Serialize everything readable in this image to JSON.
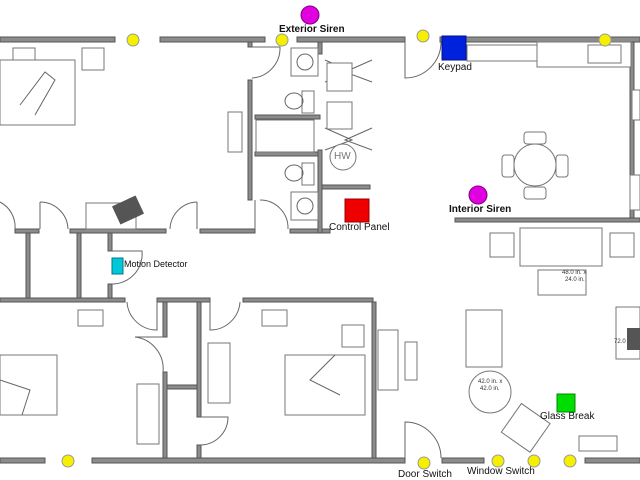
{
  "devices": {
    "exterior_siren": {
      "label": "Exterior Siren",
      "color": "#e000e0"
    },
    "interior_siren": {
      "label": "Interior Siren",
      "color": "#e000e0"
    },
    "keypad": {
      "label": "Keypad",
      "color": "#0022dd"
    },
    "control_panel": {
      "label": "Control Panel",
      "color": "#ee0000"
    },
    "motion_detector": {
      "label": "Motion Detector",
      "color": "#00c8d8"
    },
    "glass_break": {
      "label": "Glass Break",
      "color": "#00dd00"
    },
    "door_switch": {
      "label": "Door Switch",
      "color": "#f5f000"
    },
    "window_switch": {
      "label": "Window Switch",
      "color": "#f5f000"
    }
  },
  "annotations": {
    "water_heater": "HW",
    "coffee_table_w": "48.0 in. x",
    "coffee_table_h": "24.0 in.",
    "round_table_w": "42.0 in. x",
    "round_table_h": "42.0 in.",
    "tv_dim": "72.0"
  }
}
